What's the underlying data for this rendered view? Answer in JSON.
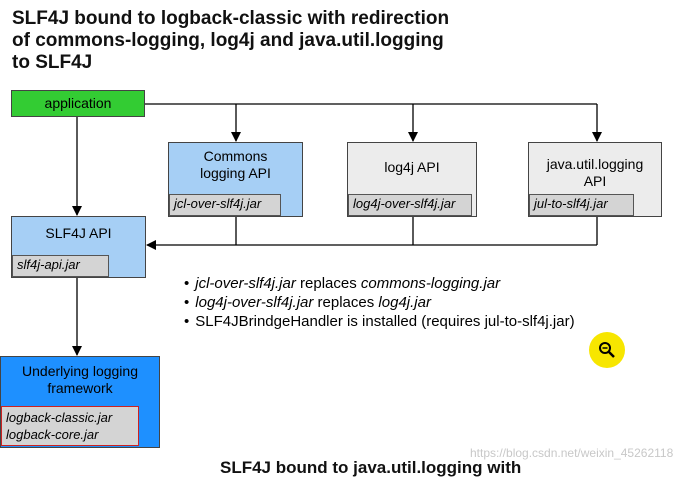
{
  "title": "SLF4J bound to logback-classic with redirection of commons-logging, log4j and java.util.logging to SLF4J",
  "boxes": {
    "application": {
      "label": "application",
      "color": "#33cc33"
    },
    "commons_logging": {
      "label_line1": "Commons",
      "label_line2": "logging API",
      "jar": "jcl-over-slf4j.jar",
      "color": "#a6cff5"
    },
    "log4j": {
      "label": "log4j API",
      "jar": "log4j-over-slf4j.jar",
      "color": "#ececec"
    },
    "jul": {
      "label_line1": "java.util.logging",
      "label_line2": "API",
      "jar": "jul-to-slf4j.jar",
      "color": "#ececec"
    },
    "slf4j_api": {
      "label": "SLF4J API",
      "jar": "slf4j-api.jar",
      "color": "#a6cff5"
    },
    "underlying": {
      "label_line1": "Underlying logging",
      "label_line2": "framework",
      "jar_line1": "logback-classic.jar",
      "jar_line2": "logback-core.jar",
      "color": "#1e90ff",
      "jar_border": "#cc2222"
    }
  },
  "notes": [
    {
      "italic": "jcl-over-slf4j.jar",
      "text1": " replaces ",
      "italic2": "commons-logging.jar",
      "text2": ""
    },
    {
      "italic": "log4j-over-slf4j.jar",
      "text1": " replaces ",
      "italic2": "log4j.jar",
      "text2": ""
    },
    {
      "italic": "SLF4JBrindgeHandler is installed (requires jul-to-slf4j.jar)",
      "text1": "",
      "italic2": "",
      "text2": ""
    }
  ],
  "watermark": "https://blog.csdn.net/weixin_45262118",
  "cutoff_title": "SLF4J bound to java.util.logging with"
}
